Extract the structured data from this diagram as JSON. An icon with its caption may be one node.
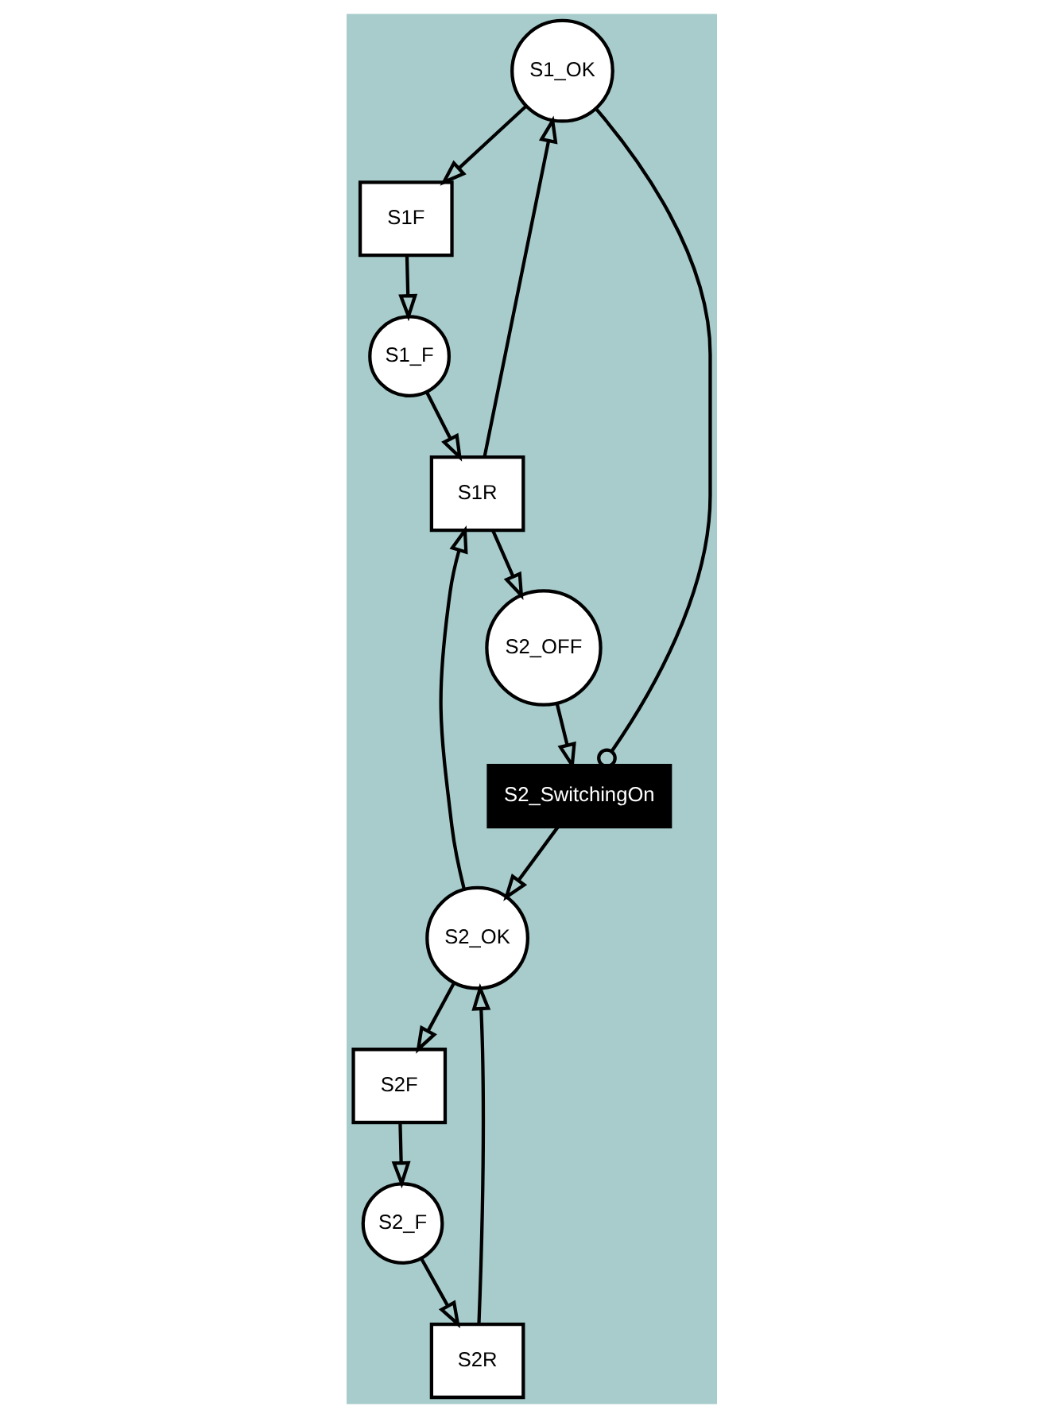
{
  "diagram": {
    "nodes": [
      {
        "text": [
          "S1_OK"
        ]
      },
      {
        "text": [
          "S1R"
        ]
      },
      {
        "text": [
          "S1F"
        ]
      },
      {
        "text": [
          "S1_F"
        ]
      },
      {
        "text": [
          "S2_SwitchingOn"
        ]
      },
      {
        "text": [
          "S2_OK"
        ]
      },
      {
        "text": [
          "S2_OFF"
        ]
      },
      {
        "text": [
          "S2F"
        ]
      },
      {
        "text": [
          "S2R"
        ]
      },
      {
        "text": [
          "S2_F"
        ]
      }
    ],
    "edges": [
      {
        "from": 0,
        "to": 2,
        "arrow": "to"
      },
      {
        "from": 2,
        "to": 3,
        "arrow": "to"
      },
      {
        "from": 3,
        "to": 1,
        "arrow": "to"
      },
      {
        "from": 1,
        "to": 0,
        "arrow": "to"
      },
      {
        "from": 1,
        "to": 6,
        "arrow": "to"
      },
      {
        "from": 5,
        "to": 1,
        "arrow": "to"
      },
      {
        "from": 0,
        "to": 4,
        "arrow": "other"
      },
      {
        "from": 6,
        "to": 4,
        "arrow": "to"
      },
      {
        "from": 4,
        "to": 5,
        "arrow": "to"
      },
      {
        "from": 5,
        "to": 7,
        "arrow": "to"
      },
      {
        "from": 7,
        "to": 9,
        "arrow": "to"
      },
      {
        "from": 9,
        "to": 8,
        "arrow": "to"
      },
      {
        "from": 8,
        "to": 5,
        "arrow": "to"
      }
    ]
  }
}
